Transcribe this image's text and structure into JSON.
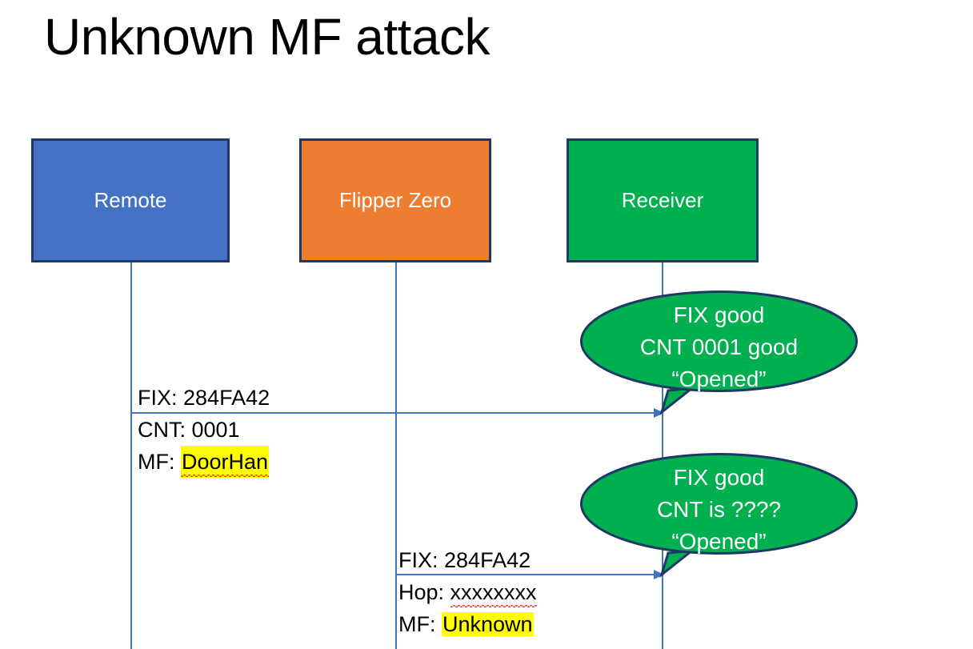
{
  "slide": {
    "title": "Unknown MF attack",
    "background": "#ffffff"
  },
  "colors": {
    "remote_fill": "#4472C4",
    "flipper_fill": "#ED7D31",
    "receiver_fill": "#00B050",
    "box_border": "#1F3864",
    "lifeline": "#4472C4",
    "arrow": "#4472C4",
    "highlight": "#FFFF00",
    "spellcheck_underline": "#E8453C",
    "callout_fill": "#00B050",
    "callout_border": "#1F3864",
    "callout_text": "#FFFFFF",
    "body_text": "#000000"
  },
  "actors": [
    {
      "id": "remote",
      "label": "Remote"
    },
    {
      "id": "flipper",
      "label": "Flipper Zero"
    },
    {
      "id": "receiver",
      "label": "Receiver"
    }
  ],
  "messages": [
    {
      "id": "msg-remote-to-receiver",
      "from": "remote",
      "to": "receiver",
      "lines": [
        {
          "label": "FIX: ",
          "value": "284FA42",
          "highlight": false,
          "spellcheck_error": false
        },
        {
          "label": "CNT: ",
          "value": "0001",
          "highlight": false,
          "spellcheck_error": false
        },
        {
          "label": "MF: ",
          "value": "DoorHan",
          "highlight": true,
          "spellcheck_error": true
        }
      ]
    },
    {
      "id": "msg-flipper-to-receiver",
      "from": "flipper",
      "to": "receiver",
      "lines": [
        {
          "label": "FIX: ",
          "value": "284FA42",
          "highlight": false,
          "spellcheck_error": false
        },
        {
          "label": "Hop: ",
          "value": "xxxxxxxx",
          "highlight": false,
          "spellcheck_error": true
        },
        {
          "label": "MF: ",
          "value": "Unknown",
          "highlight": true,
          "spellcheck_error": false
        }
      ]
    }
  ],
  "callouts": [
    {
      "id": "callout-first-reception",
      "lines": [
        "FIX good",
        "CNT 0001 good",
        "“Opened”"
      ]
    },
    {
      "id": "callout-second-reception",
      "lines": [
        "FIX good",
        "CNT is ????",
        "“Opened”"
      ]
    }
  ]
}
